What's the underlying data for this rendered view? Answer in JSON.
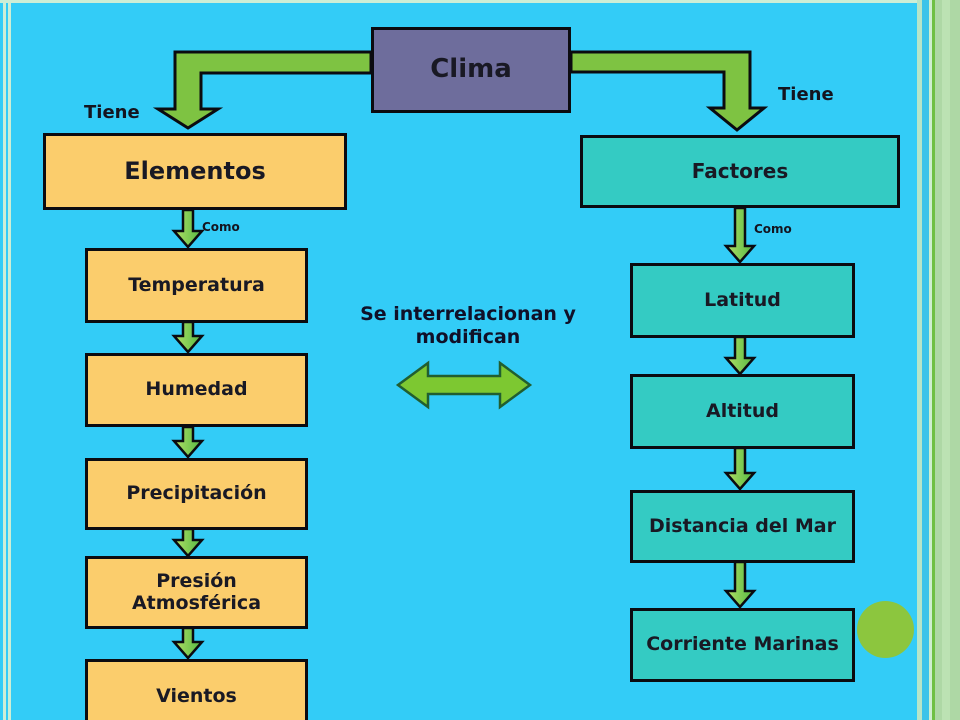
{
  "colors": {
    "background": "#33ccf7",
    "root_fill": "#6e6d9c",
    "elements_fill": "#fbcd6c",
    "factors_fill": "#34cbc3",
    "arrow_green": "#7ec342",
    "double_arrow_green": "#7dc831",
    "frame_green": "#aed8a5",
    "circle_green": "#8cc63e"
  },
  "root": {
    "label": "Clima"
  },
  "left_branch": {
    "relation_label": "Tiene",
    "header": "Elementos",
    "sub_relation_label": "Como",
    "items": [
      "Temperatura",
      "Humedad",
      "Precipitación",
      "Presión Atmosférica",
      "Vientos"
    ]
  },
  "right_branch": {
    "relation_label": "Tiene",
    "header": "Factores",
    "sub_relation_label": "Como",
    "items": [
      "Latitud",
      "Altitud",
      "Distancia del Mar",
      "Corriente Marinas"
    ]
  },
  "center_note": "Se interrelacionan y modifican"
}
